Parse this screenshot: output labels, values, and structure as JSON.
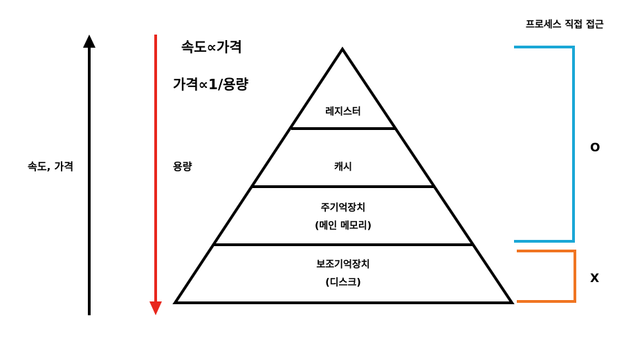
{
  "header": {
    "direct_access_title": "프로세스 직접 접근"
  },
  "left_axis": {
    "speed_price_label": "속도, 가격"
  },
  "red_axis": {
    "speed_price_relation": "속도∝가격",
    "price_capacity_relation": "가격∝1/용량",
    "capacity_label": "용량"
  },
  "pyramid": {
    "levels": [
      {
        "line1": "레지스터",
        "line2": ""
      },
      {
        "line1": "캐시",
        "line2": ""
      },
      {
        "line1": "주기억장치",
        "line2": "(메인 메모리)"
      },
      {
        "line1": "보조기억장치",
        "line2": "(디스크)"
      }
    ]
  },
  "brackets": {
    "direct_access_mark": "O",
    "no_direct_access_mark": "X"
  },
  "colors": {
    "black_arrow": "#000000",
    "red_arrow": "#e8271d",
    "blue_bracket": "#1aa7d6",
    "orange_bracket": "#f07522"
  }
}
